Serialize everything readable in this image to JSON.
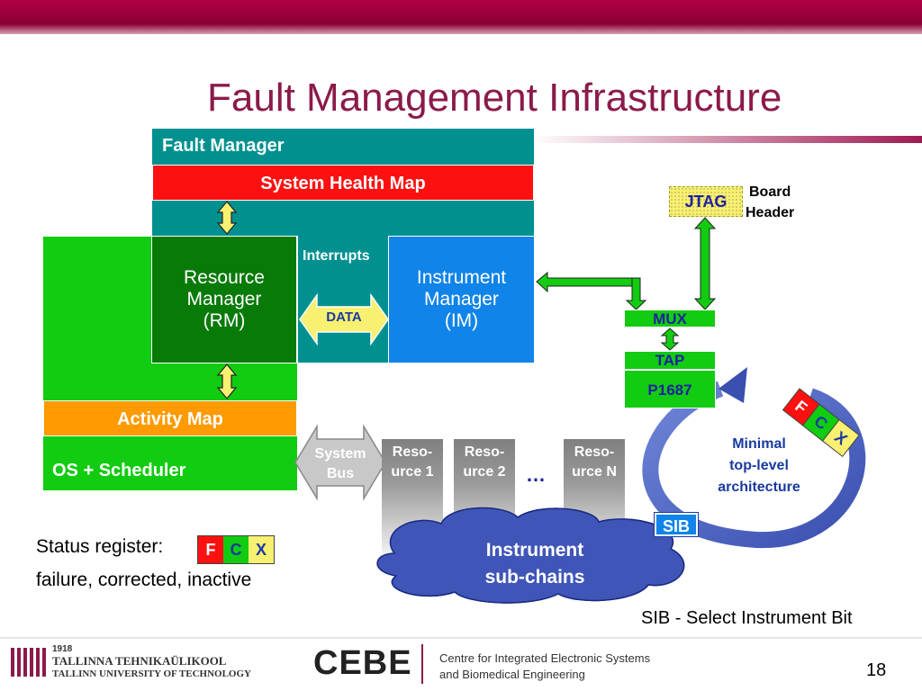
{
  "slide": {
    "title": "Fault Management Infrastructure",
    "page_number": "18"
  },
  "fault_manager": {
    "label": "Fault Manager",
    "system_health_map": "System Health Map",
    "resource_manager": [
      "Resource",
      "Manager",
      "(RM)"
    ],
    "instrument_manager": [
      "Instrument",
      "Manager",
      "(IM)"
    ],
    "interrupts": "Interrupts",
    "data": "DATA",
    "activity_map": "Activity Map",
    "os_scheduler": "OS + Scheduler"
  },
  "system_bus": [
    "System",
    "Bus"
  ],
  "resources": [
    {
      "line1": "Reso-",
      "line2": "urce 1"
    },
    {
      "line1": "Reso-",
      "line2": "urce 2"
    },
    {
      "line1": "Reso-",
      "line2": "urce N"
    }
  ],
  "ellipsis": "…",
  "hardware": {
    "jtag": "JTAG",
    "board_header": [
      "Board",
      "Header"
    ],
    "mux": "MUX",
    "tap": "TAP",
    "p1687": "P1687",
    "sib": "SIB"
  },
  "cloud": [
    "Instrument",
    "sub-chains"
  ],
  "loop_caption": [
    "Minimal",
    "top-level",
    "architecture"
  ],
  "status_register": {
    "label": "Status register:",
    "flags": [
      "F",
      "C",
      "X"
    ],
    "description": "failure, corrected, inactive"
  },
  "sib_note": "SIB - Select Instrument Bit",
  "footer": {
    "ttu_year": "1918",
    "ttu_name_et": "TALLINNA TEHNIKAÜLIKOOL",
    "ttu_name_en": "TALLINN UNIVERSITY OF TECHNOLOGY",
    "cebe_logo": "CEBE",
    "cebe_desc1": "Centre for Integrated Electronic Systems",
    "cebe_desc2": "and Biomedical Engineering"
  },
  "colors": {
    "title": "#8b1a4a",
    "fault_manager_bg": "#009090",
    "health_map": "#ff1010",
    "green": "#11cc11",
    "dark_green": "#087a08",
    "blue": "#1084e8",
    "orange": "#ff9a00",
    "flag_f": "#ff1010",
    "flag_c": "#11cc11",
    "flag_x": "#f8f070"
  }
}
